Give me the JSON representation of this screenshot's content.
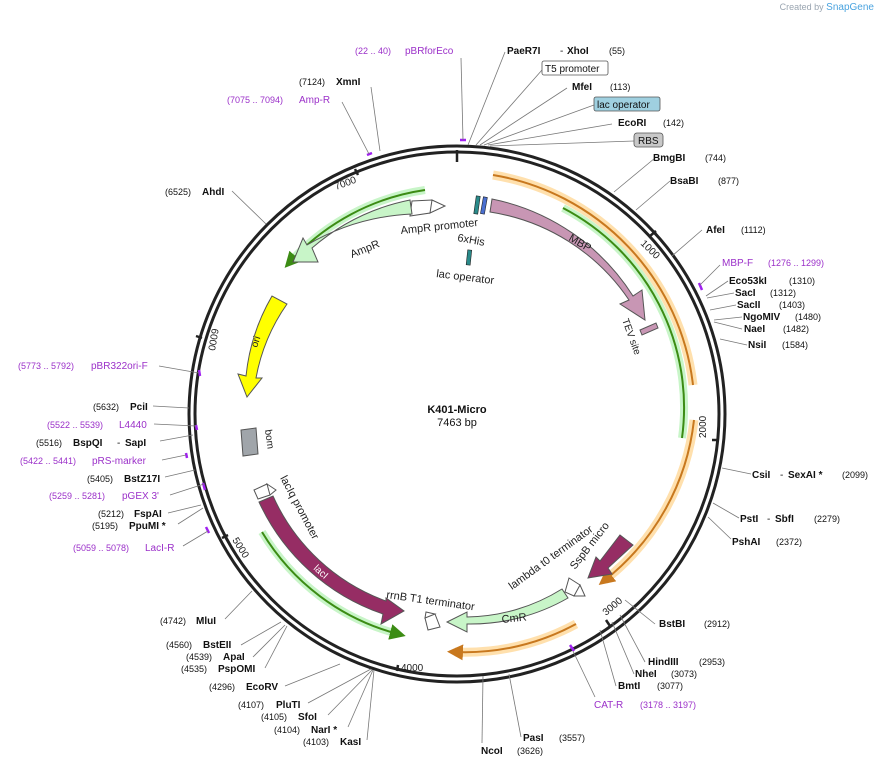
{
  "branding": {
    "created_by": "Created by",
    "brand": "SnapGene"
  },
  "plasmid": {
    "name": "K401-Micro",
    "length": "7463 bp"
  },
  "colors": {
    "backbone": "#222222",
    "primer": "#a020f0",
    "primer_text": "#9b30c9",
    "orf_green": "#3c8c14",
    "orf_orange": "#c8781e",
    "feature_green": "#c8f5c8",
    "feature_pink": "#c896b4",
    "feature_purple": "#962d64",
    "feature_yellow": "#ffff00",
    "feature_gray": "#a0a5aa",
    "lac_operator_fill": "#9fd0e0",
    "rbs_fill": "#c8c8c8"
  },
  "ticks": [
    {
      "bp": 1000,
      "label": "1000"
    },
    {
      "bp": 2000,
      "label": "2000"
    },
    {
      "bp": 3000,
      "label": "3000"
    },
    {
      "bp": 4000,
      "label": "4000"
    },
    {
      "bp": 5000,
      "label": "5000"
    },
    {
      "bp": 6000,
      "label": "6000"
    },
    {
      "bp": 7000,
      "label": "7000"
    }
  ],
  "sites": [
    {
      "name": "PaeR7I",
      "name2": "XhoI",
      "pos": "(55)"
    },
    {
      "box": "T5 promoter"
    },
    {
      "name": "MfeI",
      "pos": "(113)"
    },
    {
      "box": "lac operator"
    },
    {
      "name": "EcoRI",
      "pos": "(142)"
    },
    {
      "box": "RBS"
    },
    {
      "name": "BmgBI",
      "pos": "(744)"
    },
    {
      "name": "BsaBI",
      "pos": "(877)"
    },
    {
      "name": "AfeI",
      "pos": "(1112)"
    },
    {
      "primer": "MBP-F",
      "range": "(1276 .. 1299)"
    },
    {
      "name": "Eco53kI",
      "pos": "(1310)"
    },
    {
      "name": "SacI",
      "pos": "(1312)"
    },
    {
      "name": "SacII",
      "pos": "(1403)"
    },
    {
      "name": "NgoMIV",
      "pos": "(1480)"
    },
    {
      "name": "NaeI",
      "pos": "(1482)"
    },
    {
      "name": "NsiI",
      "pos": "(1584)"
    },
    {
      "name": "CsiI",
      "name2": "SexAI *",
      "pos": "(2099)"
    },
    {
      "name": "PstI",
      "name2": "SbfI",
      "pos": "(2279)"
    },
    {
      "name": "PshAI",
      "pos": "(2372)"
    },
    {
      "name": "BstBI",
      "pos": "(2912)"
    },
    {
      "name": "HindIII",
      "pos": "(2953)"
    },
    {
      "name": "NheI",
      "pos": "(3073)"
    },
    {
      "name": "BmtI",
      "pos": "(3077)"
    },
    {
      "primer": "CAT-R",
      "range": "(3178 .. 3197)"
    },
    {
      "name": "PasI",
      "pos": "(3557)"
    },
    {
      "name": "NcoI",
      "pos": "(3626)"
    },
    {
      "pos": "(4103)",
      "name": "KasI"
    },
    {
      "pos": "(4104)",
      "name": "NarI *"
    },
    {
      "pos": "(4105)",
      "name": "SfoI"
    },
    {
      "pos": "(4107)",
      "name": "PluTI"
    },
    {
      "pos": "(4296)",
      "name": "EcoRV"
    },
    {
      "pos": "(4535)",
      "name": "PspOMI"
    },
    {
      "pos": "(4539)",
      "name": "ApaI"
    },
    {
      "pos": "(4560)",
      "name": "BstEII"
    },
    {
      "pos": "(4742)",
      "name": "MluI"
    },
    {
      "range": "(5059 .. 5078)",
      "primer": "LacI-R"
    },
    {
      "pos": "(5195)",
      "name": "PpuMI *"
    },
    {
      "pos": "(5212)",
      "name": "FspAI"
    },
    {
      "range": "(5259 .. 5281)",
      "primer": "pGEX 3'"
    },
    {
      "pos": "(5405)",
      "name": "BstZ17I"
    },
    {
      "range": "(5422 .. 5441)",
      "primer": "pRS-marker"
    },
    {
      "pos": "(5516)",
      "name": "BspQI",
      "name2": "SapI"
    },
    {
      "range": "(5522 .. 5539)",
      "primer": "L4440"
    },
    {
      "pos": "(5632)",
      "name": "PciI"
    },
    {
      "range": "(5773 .. 5792)",
      "primer": "pBR322ori-F"
    },
    {
      "pos": "(6525)",
      "name": "AhdI"
    },
    {
      "range": "(7075 .. 7094)",
      "primer": "Amp-R"
    },
    {
      "pos": "(7124)",
      "name": "XmnI"
    },
    {
      "range": "(22 .. 40)",
      "primer": "pBRforEco"
    }
  ],
  "features": [
    {
      "label": "MBP"
    },
    {
      "label": "6xHis"
    },
    {
      "label": "TEV site"
    },
    {
      "label": "lac operator"
    },
    {
      "label": "AmpR promoter"
    },
    {
      "label": "AmpR"
    },
    {
      "label": "ori"
    },
    {
      "label": "bom"
    },
    {
      "label": "lacIq promoter"
    },
    {
      "label": "lacI"
    },
    {
      "label": "rrnB T1 terminator"
    },
    {
      "label": "CmR"
    },
    {
      "label": "lambda t0 terminator"
    },
    {
      "label": "SspB micro"
    }
  ]
}
